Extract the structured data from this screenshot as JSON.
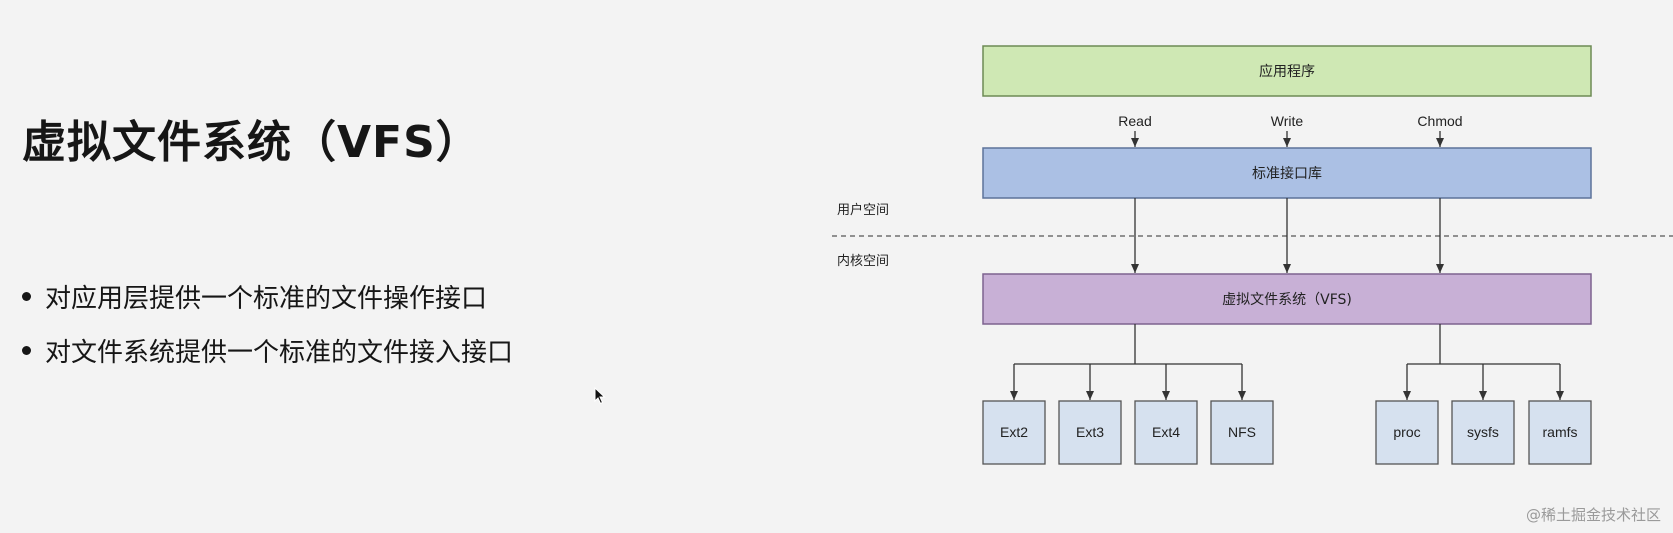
{
  "slide": {
    "title": "虚拟文件系统（VFS）",
    "bullets": [
      "对应用层提供一个标准的文件操作接口",
      "对文件系统提供一个标准的文件接入接口"
    ]
  },
  "diagram": {
    "layers": {
      "app": "应用程序",
      "stdlib": "标准接口库",
      "vfs": "虚拟文件系统（VFS)"
    },
    "calls": [
      "Read",
      "Write",
      "Chmod"
    ],
    "zones": {
      "user": "用户空间",
      "kernel": "内核空间"
    },
    "filesystems_left": [
      "Ext2",
      "Ext3",
      "Ext4",
      "NFS"
    ],
    "filesystems_right": [
      "proc",
      "sysfs",
      "ramfs"
    ],
    "colors": {
      "app": "#cfe8b4",
      "stdlib": "#abc0e4",
      "vfs": "#c8b0d6",
      "fs": "#d6e1ef"
    }
  },
  "watermark": "@稀土掘金技术社区"
}
